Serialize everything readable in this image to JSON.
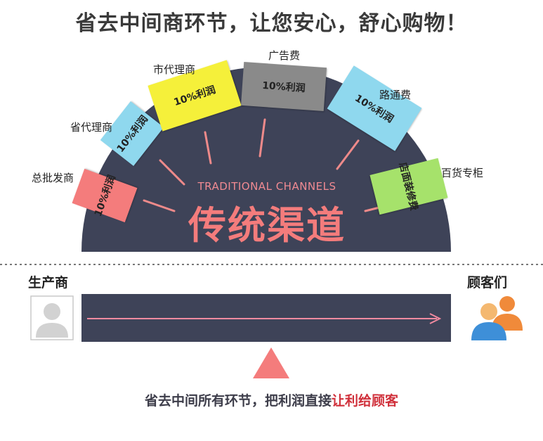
{
  "headline": "省去中间商环节，让您安心，舒心购物！",
  "arch": {
    "english_title": "TRADITIONAL CHANNELS",
    "chinese_title": "传统渠道",
    "segments": [
      {
        "label": "总批发商",
        "margin": "10%利润",
        "color": "#f47c7c"
      },
      {
        "label": "省代理商",
        "margin": "10%利润",
        "color": "#8fd8ee"
      },
      {
        "label": "市代理商",
        "margin": "10%利润",
        "color": "#f5f03a"
      },
      {
        "label": "广告费",
        "margin": "10%利润",
        "color": "#8a8a8a"
      },
      {
        "label": "路通费",
        "margin": "10%利润",
        "color": "#8fd8ee"
      },
      {
        "label": "百货专柜",
        "margin": "店面装修费",
        "color": "#a6e26b"
      }
    ]
  },
  "flow": {
    "producer_label": "生产商",
    "customer_label": "顾客们"
  },
  "bottom": {
    "text_main": "省去中间所有环节，把利润直接",
    "text_highlight": "让利给顾客"
  },
  "colors": {
    "arch_fill": "#3e4358",
    "bar_fill": "#3e4358",
    "arrow": "#f28aa0",
    "triangle": "#f47c7c",
    "english_title": "#f08a92",
    "chinese_title": "#f47c7c"
  }
}
